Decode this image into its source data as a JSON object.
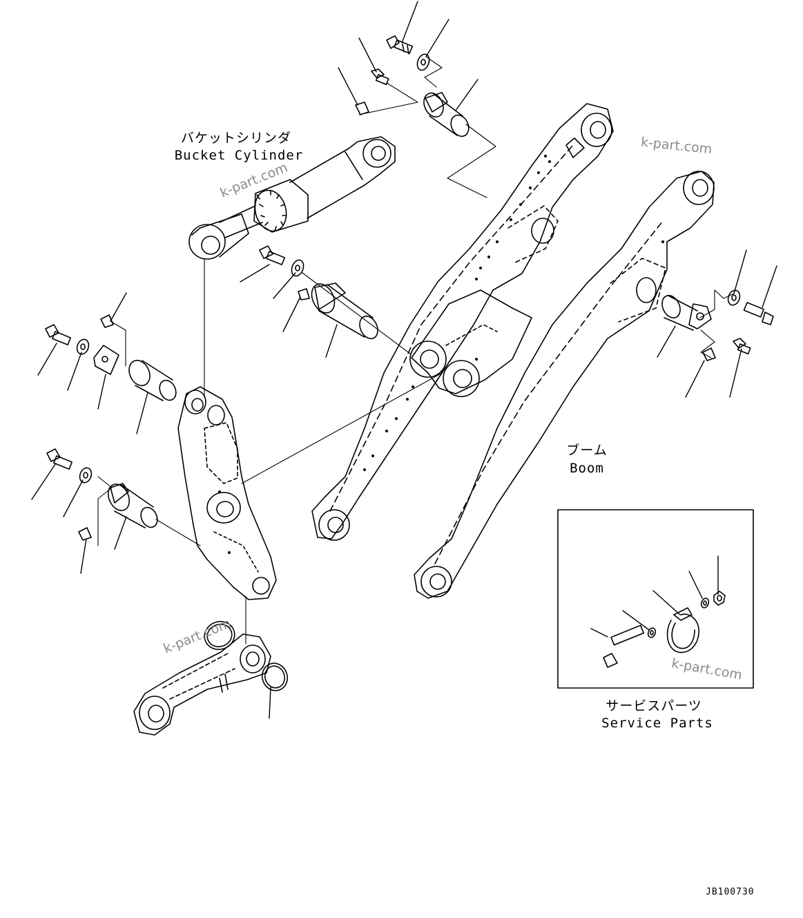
{
  "labels": {
    "bucket_cylinder_jp": "バケットシリンダ",
    "bucket_cylinder_en": "Bucket Cylinder",
    "boom_jp": "ブーム",
    "boom_en": "Boom",
    "service_parts_jp": "サービスパーツ",
    "service_parts_en": "Service Parts"
  },
  "figure_code": "JB100730",
  "watermark": "k-part.com",
  "colors": {
    "line": "#000000",
    "watermark": "#8a8a8a",
    "background": "#ffffff"
  }
}
